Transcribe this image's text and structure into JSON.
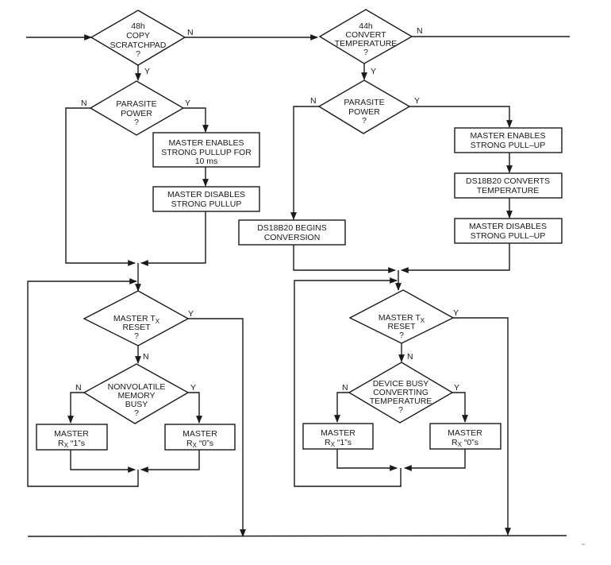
{
  "diagram": {
    "title": "",
    "left_flow": {
      "copy_scratchpad": {
        "lines": [
          "48h",
          "COPY",
          "SCRATCHPAD",
          "?"
        ],
        "yes_label": "Y",
        "no_label": "N"
      },
      "parasite_power": {
        "lines": [
          "PARASITE",
          "POWER",
          "?"
        ],
        "yes_label": "Y",
        "no_label": "N"
      },
      "enable_pullup": {
        "lines": [
          "MASTER ENABLES",
          "STRONG PULLUP FOR",
          "10 ms"
        ]
      },
      "disable_pullup": {
        "lines": [
          "MASTER DISABLES",
          "STRONG PULLUP"
        ]
      },
      "tx_reset": {
        "line1_main": "MASTER T",
        "line1_sub": "X",
        "lines_rest": [
          "RESET",
          "?"
        ],
        "yes_label": "Y",
        "no_label": "N"
      },
      "nv_busy": {
        "lines": [
          "NONVOLATILE",
          "MEMORY",
          "BUSY",
          "?"
        ],
        "yes_label": "Y",
        "no_label": "N"
      },
      "rx_ones": {
        "line1": "MASTER",
        "line2_main": "R",
        "line2_sub": "X",
        "line2_rest": " “1”s"
      },
      "rx_zeros": {
        "line1": "MASTER",
        "line2_main": "R",
        "line2_sub": "X",
        "line2_rest": " “0”s"
      }
    },
    "right_flow": {
      "convert_temp": {
        "lines": [
          "44h",
          "CONVERT",
          "TEMPERATURE",
          "?"
        ],
        "yes_label": "Y",
        "no_label": "N"
      },
      "parasite_power": {
        "lines": [
          "PARASITE",
          "POWER",
          "?"
        ],
        "yes_label": "Y",
        "no_label": "N"
      },
      "begins_conversion": {
        "lines": [
          "DS18B20 BEGINS",
          "CONVERSION"
        ]
      },
      "enable_pullup": {
        "lines": [
          "MASTER ENABLES",
          "STRONG PULL–UP"
        ]
      },
      "converts_temp": {
        "lines": [
          "DS18B20 CONVERTS",
          "TEMPERATURE"
        ]
      },
      "disable_pullup": {
        "lines": [
          "MASTER DISABLES",
          "STRONG PULL–UP"
        ]
      },
      "tx_reset": {
        "line1_main": "MASTER T",
        "line1_sub": "X",
        "lines_rest": [
          "RESET",
          "?"
        ],
        "yes_label": "Y",
        "no_label": "N"
      },
      "device_busy": {
        "lines": [
          "DEVICE BUSY",
          "CONVERTING",
          "TEMPERATURE",
          "?"
        ],
        "yes_label": "Y",
        "no_label": "N"
      },
      "rx_ones": {
        "line1": "MASTER",
        "line2_main": "R",
        "line2_sub": "X",
        "line2_rest": " “1”s"
      },
      "rx_zeros": {
        "line1": "MASTER",
        "line2_main": "R",
        "line2_sub": "X",
        "line2_rest": " “0”s"
      }
    }
  }
}
